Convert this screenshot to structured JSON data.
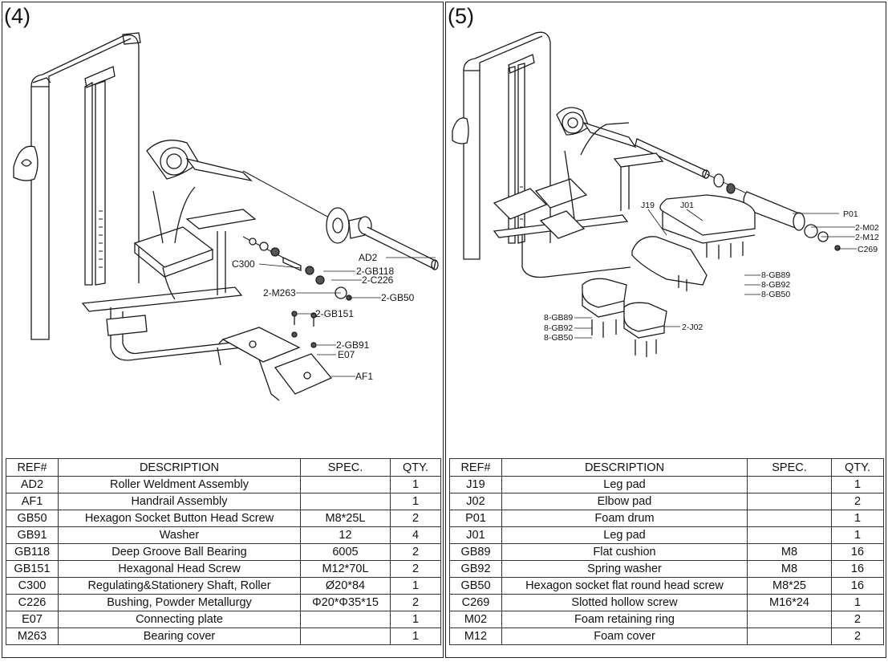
{
  "panels": [
    {
      "number": "(4)",
      "callouts": {
        "AD2": "AD2",
        "C300": "C300",
        "GB118": "2-GB118",
        "C226": "2-C226",
        "M263": "2-M263",
        "GB50": "2-GB50",
        "GB151": "2-GB151",
        "GB91": "2-GB91",
        "E07": "E07",
        "AF1": "AF1"
      },
      "table": {
        "headers": [
          "REF#",
          "DESCRIPTION",
          "SPEC.",
          "QTY."
        ],
        "rows": [
          [
            "AD2",
            "Roller Weldment Assembly",
            "",
            "1"
          ],
          [
            "AF1",
            "Handrail Assembly",
            "",
            "1"
          ],
          [
            "GB50",
            "Hexagon Socket Button Head Screw",
            "M8*25L",
            "2"
          ],
          [
            "GB91",
            "Washer",
            "12",
            "4"
          ],
          [
            "GB118",
            "Deep Groove Ball Bearing",
            "6005",
            "2"
          ],
          [
            "GB151",
            "Hexagonal Head Screw",
            "M12*70L",
            "2"
          ],
          [
            "C300",
            "Regulating&Stationery Shaft, Roller",
            "Ø20*84",
            "1"
          ],
          [
            "C226",
            "Bushing, Powder Metallurgy",
            "Φ20*Φ35*15",
            "2"
          ],
          [
            "E07",
            "Connecting plate",
            "",
            "1"
          ],
          [
            "M263",
            "Bearing cover",
            "",
            "1"
          ]
        ]
      }
    },
    {
      "number": "(5)",
      "callouts": {
        "J19": "J19",
        "J01": "J01",
        "P01": "P01",
        "M02": "2-M02",
        "M12": "2-M12",
        "C269": "C269",
        "GB89a": "8-GB89",
        "GB92a": "8-GB92",
        "GB50a": "8-GB50",
        "GB89b": "8-GB89",
        "GB92b": "8-GB92",
        "GB50b": "8-GB50",
        "J02": "2-J02"
      },
      "table": {
        "headers": [
          "REF#",
          "DESCRIPTION",
          "SPEC.",
          "QTY."
        ],
        "rows": [
          [
            "J19",
            "Leg pad",
            "",
            "1"
          ],
          [
            "J02",
            "Elbow pad",
            "",
            "2"
          ],
          [
            "P01",
            "Foam drum",
            "",
            "1"
          ],
          [
            "J01",
            "Leg pad",
            "",
            "1"
          ],
          [
            "GB89",
            "Flat cushion",
            "M8",
            "16"
          ],
          [
            "GB92",
            "Spring washer",
            "M8",
            "16"
          ],
          [
            "GB50",
            "Hexagon socket flat round head screw",
            "M8*25",
            "16"
          ],
          [
            "C269",
            "Slotted hollow screw",
            "M16*24",
            "1"
          ],
          [
            "M02",
            "Foam retaining ring",
            "",
            "2"
          ],
          [
            "M12",
            "Foam cover",
            "",
            "2"
          ]
        ]
      }
    }
  ]
}
